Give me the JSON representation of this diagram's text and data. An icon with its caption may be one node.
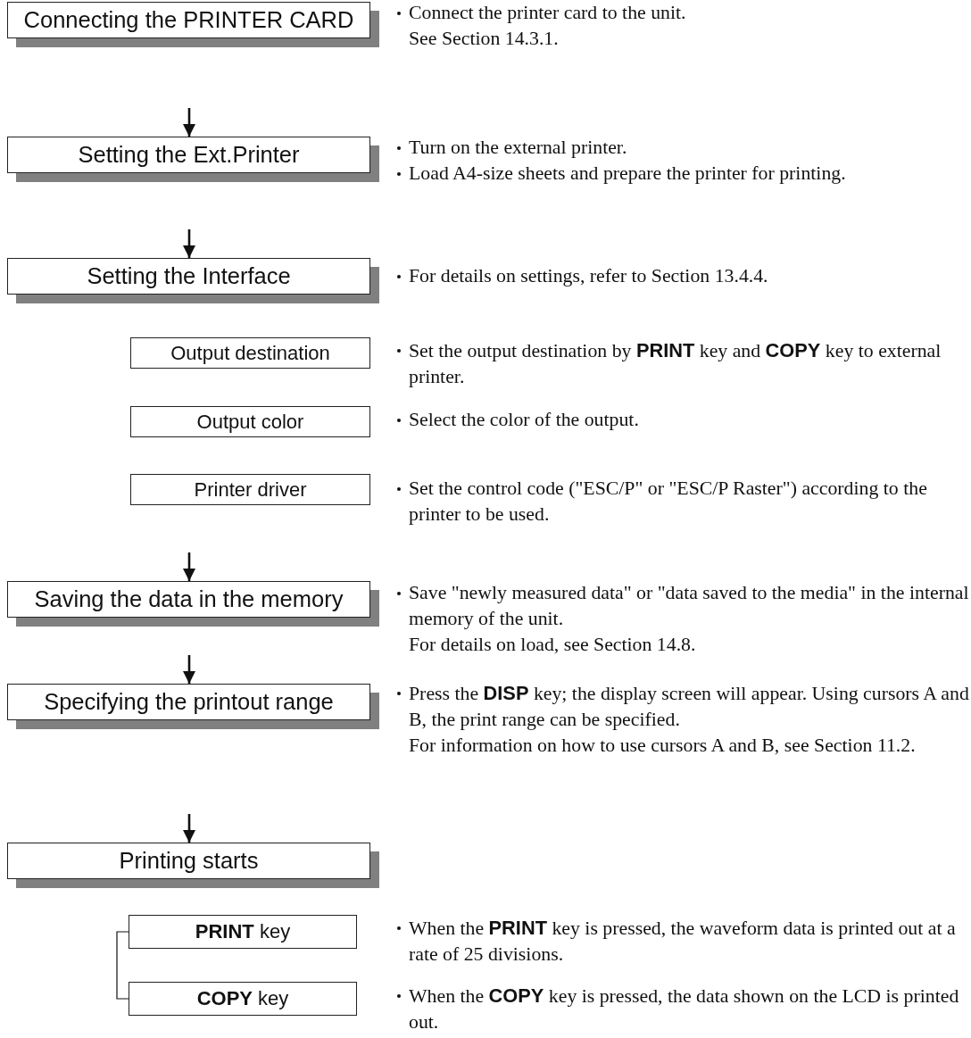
{
  "diagram": {
    "nodes": [
      {
        "text": [
          "Connecting the PRINTER CARD"
        ],
        "beside": [
          "Connect the printer card to the unit.",
          "See Section 14.3.1."
        ]
      },
      {
        "text": [
          "Setting the Ext.Printer"
        ],
        "beside": [
          "Turn on the external printer.",
          "Load A4-size sheets and prepare the printer for printing."
        ]
      },
      {
        "text": [
          "Setting the Interface"
        ],
        "beside": [
          "For details on settings, refer to Section 13.4.4."
        ]
      },
      {
        "text": [
          "Output destination"
        ],
        "beside": [
          "Set the output destination by **PRINT** key and **COPY** key to external printer."
        ]
      },
      {
        "text": [
          "Output color"
        ],
        "beside": [
          "Select the color of the output."
        ]
      },
      {
        "text": [
          "Printer driver"
        ],
        "beside": [
          "Set the control code (\"ESC/P\" or \"ESC/P Raster\") according to the printer to be used."
        ]
      },
      {
        "text": [
          "Saving the data in the memory"
        ],
        "beside": [
          "Save \"newly measured data\" or \"data saved to the media\" in the internal memory of the unit.",
          "For details on load, see Section 14.8."
        ]
      },
      {
        "text": [
          "Specifying the printout range"
        ],
        "beside": [
          "Press the **DISP** key; the display screen will appear.  Using cursors A and B, the print range can be specified.",
          "For information on how to use cursors A and B, see Section 11.2."
        ]
      },
      {
        "text": [
          "Printing starts"
        ]
      },
      {
        "text": [
          "**PRINT** key"
        ],
        "beside": [
          "When the **PRINT** key is pressed, the waveform data is printed out at a rate of 25 divisions."
        ]
      },
      {
        "text": [
          "**COPY** key"
        ],
        "beside": [
          "When the **COPY** key is pressed, the data shown on the LCD is printed out."
        ]
      }
    ],
    "edges": [
      {
        "from": null,
        "to": 1,
        "arrow": "to"
      },
      {
        "from": null,
        "to": 2,
        "arrow": "to"
      },
      {
        "from": null,
        "to": 6,
        "arrow": "to"
      },
      {
        "from": null,
        "to": 7,
        "arrow": "to"
      },
      {
        "from": null,
        "to": 8,
        "arrow": "to"
      },
      {
        "from": 9,
        "to": 10,
        "arrow": "none"
      }
    ]
  }
}
